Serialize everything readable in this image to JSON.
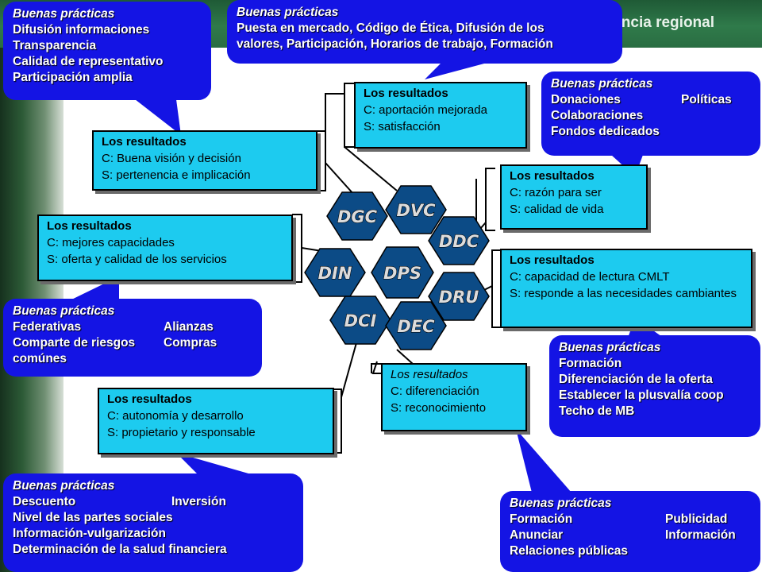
{
  "header": {
    "title": "ncia regional"
  },
  "hexagons": [
    "DGC",
    "DVC",
    "DDC",
    "DIN",
    "DPS",
    "DRU",
    "DCI",
    "DEC"
  ],
  "results": [
    {
      "heading": "Los resultados",
      "c": "C: aportación mejorada",
      "s": "S: satisfacción"
    },
    {
      "heading": "Los resultados",
      "c": "C: Buena visión y decisión",
      "s": "S: pertenencia e implicación"
    },
    {
      "heading": "Los resultados",
      "c": "C: mejores capacidades",
      "s": "S: oferta y calidad de los servicios"
    },
    {
      "heading": "Los resultados",
      "c": "C: razón para ser",
      "s": "S: calidad de vida"
    },
    {
      "heading": "Los resultados",
      "c": "C: capacidad de lectura CMLT",
      "s": "S: responde a las necesidades cambiantes"
    },
    {
      "heading": "Los resultados",
      "c": "C: diferenciación",
      "s": "S: reconocimiento"
    },
    {
      "heading": "Los resultados",
      "c": "C: autonomía y desarrollo",
      "s": "S: propietario y responsable"
    }
  ],
  "practices": [
    {
      "title": "Buenas prácticas",
      "lines": [
        "Difusión informaciones",
        "Transparencia",
        "Calidad de representativo",
        "Participación amplia"
      ]
    },
    {
      "title": "Buenas prácticas",
      "lines": [
        "Puesta en mercado, Código de Ética, Difusión de los",
        "valores, Participación, Horarios de trabajo, Formación"
      ]
    },
    {
      "title": "Buenas prácticas",
      "left": [
        "Donaciones",
        "Colaboraciones",
        "Fondos dedicados"
      ],
      "right": [
        "Políticas"
      ]
    },
    {
      "title": "Buenas prácticas",
      "left": [
        "Federativas",
        "Comparte de riesgos",
        "comúnes"
      ],
      "right": [
        "Alianzas",
        "Compras"
      ]
    },
    {
      "title": "Buenas prácticas",
      "lines": [
        "Formación",
        "Diferenciación de la oferta",
        "Establecer la plusvalía coop",
        "Techo de MB"
      ]
    },
    {
      "title": "Buenas prácticas",
      "left": [
        "Descuento",
        "Nivel de las partes sociales",
        "Información-vulgarización",
        "Determinación de la salud financiera"
      ],
      "right": [
        "Inversión"
      ]
    },
    {
      "title": "Buenas prácticas",
      "left": [
        "Formación",
        "Anunciar",
        "Relaciones públicas"
      ],
      "right": [
        "Publicidad",
        "Información"
      ]
    }
  ]
}
